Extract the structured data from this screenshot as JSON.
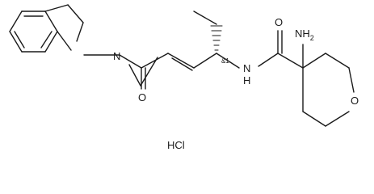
{
  "structure": {
    "atoms": {
      "indoline_n": "N",
      "amide_o": "O",
      "amide_nh": "H",
      "amide_nh_n": "N",
      "amide_o2": "O",
      "amine": "NH",
      "amine_sub": "2",
      "pyran_o": "O"
    },
    "stereo_label": "&1",
    "salt": "HCl"
  }
}
